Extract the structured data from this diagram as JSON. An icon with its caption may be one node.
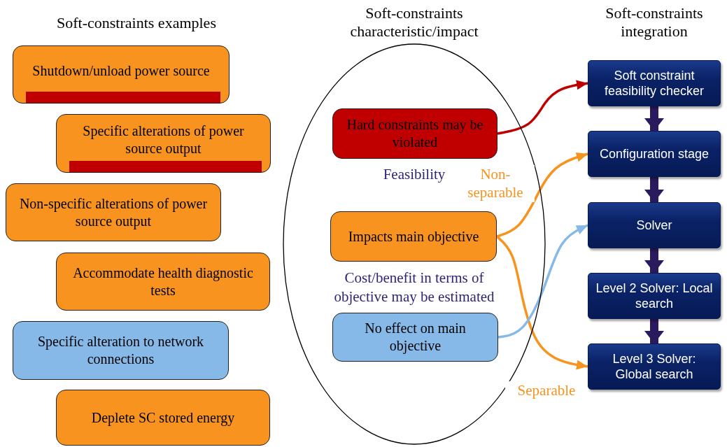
{
  "diagram": {
    "nodes": [
      {
        "text": [
          "Shutdown/unload power source"
        ]
      },
      {
        "text": [
          "Specific  alterations of power source output"
        ]
      },
      {
        "text": [
          "Non-specific  alterations of power source output"
        ]
      },
      {
        "text": [
          "Accommodate health diagnostic tests"
        ]
      },
      {
        "text": [
          "Specific alteration to network connections"
        ]
      },
      {
        "text": [
          "Deplete SC stored energy"
        ]
      },
      {
        "text": [
          "Feasibility",
          "Cost/benefit in terms of objective may be estimated"
        ]
      },
      {
        "text": [
          "Hard constraints may be violated"
        ],
        "in": 6
      },
      {
        "text": [
          "Impacts main objective"
        ],
        "in": 6
      },
      {
        "text": [
          "No effect on main objective"
        ],
        "in": 6
      },
      {
        "text": [
          "Soft constraint feasibility checker"
        ]
      },
      {
        "text": [
          "Configuration stage"
        ]
      },
      {
        "text": [
          "Solver"
        ]
      },
      {
        "text": [
          "Level 2 Solver: Local search"
        ]
      },
      {
        "text": [
          "Level 3 Solver: Global search"
        ]
      }
    ],
    "edges": [
      {
        "from": 7,
        "to": 10,
        "arrow": "to",
        "color": "#c00000"
      },
      {
        "from": 8,
        "to": 11,
        "arrow": "to",
        "label": "Non-separable",
        "color": "#f7931e"
      },
      {
        "from": 8,
        "to": 14,
        "arrow": "to",
        "label": "Separable",
        "color": "#f7931e"
      },
      {
        "from": 9,
        "to": 12,
        "arrow": "to",
        "color": "#86b9e8"
      },
      {
        "from": 10,
        "to": 11,
        "arrow": "to",
        "style": "thick"
      },
      {
        "from": 11,
        "to": 12,
        "arrow": "to",
        "style": "thick"
      },
      {
        "from": 12,
        "to": 13,
        "arrow": "to",
        "style": "thick"
      },
      {
        "from": 13,
        "to": 14,
        "arrow": "to",
        "style": "thick"
      }
    ],
    "labels": [
      "Soft-constraints examples",
      "Soft-constraints characteristic/impact",
      "Soft-constraints integration"
    ]
  }
}
